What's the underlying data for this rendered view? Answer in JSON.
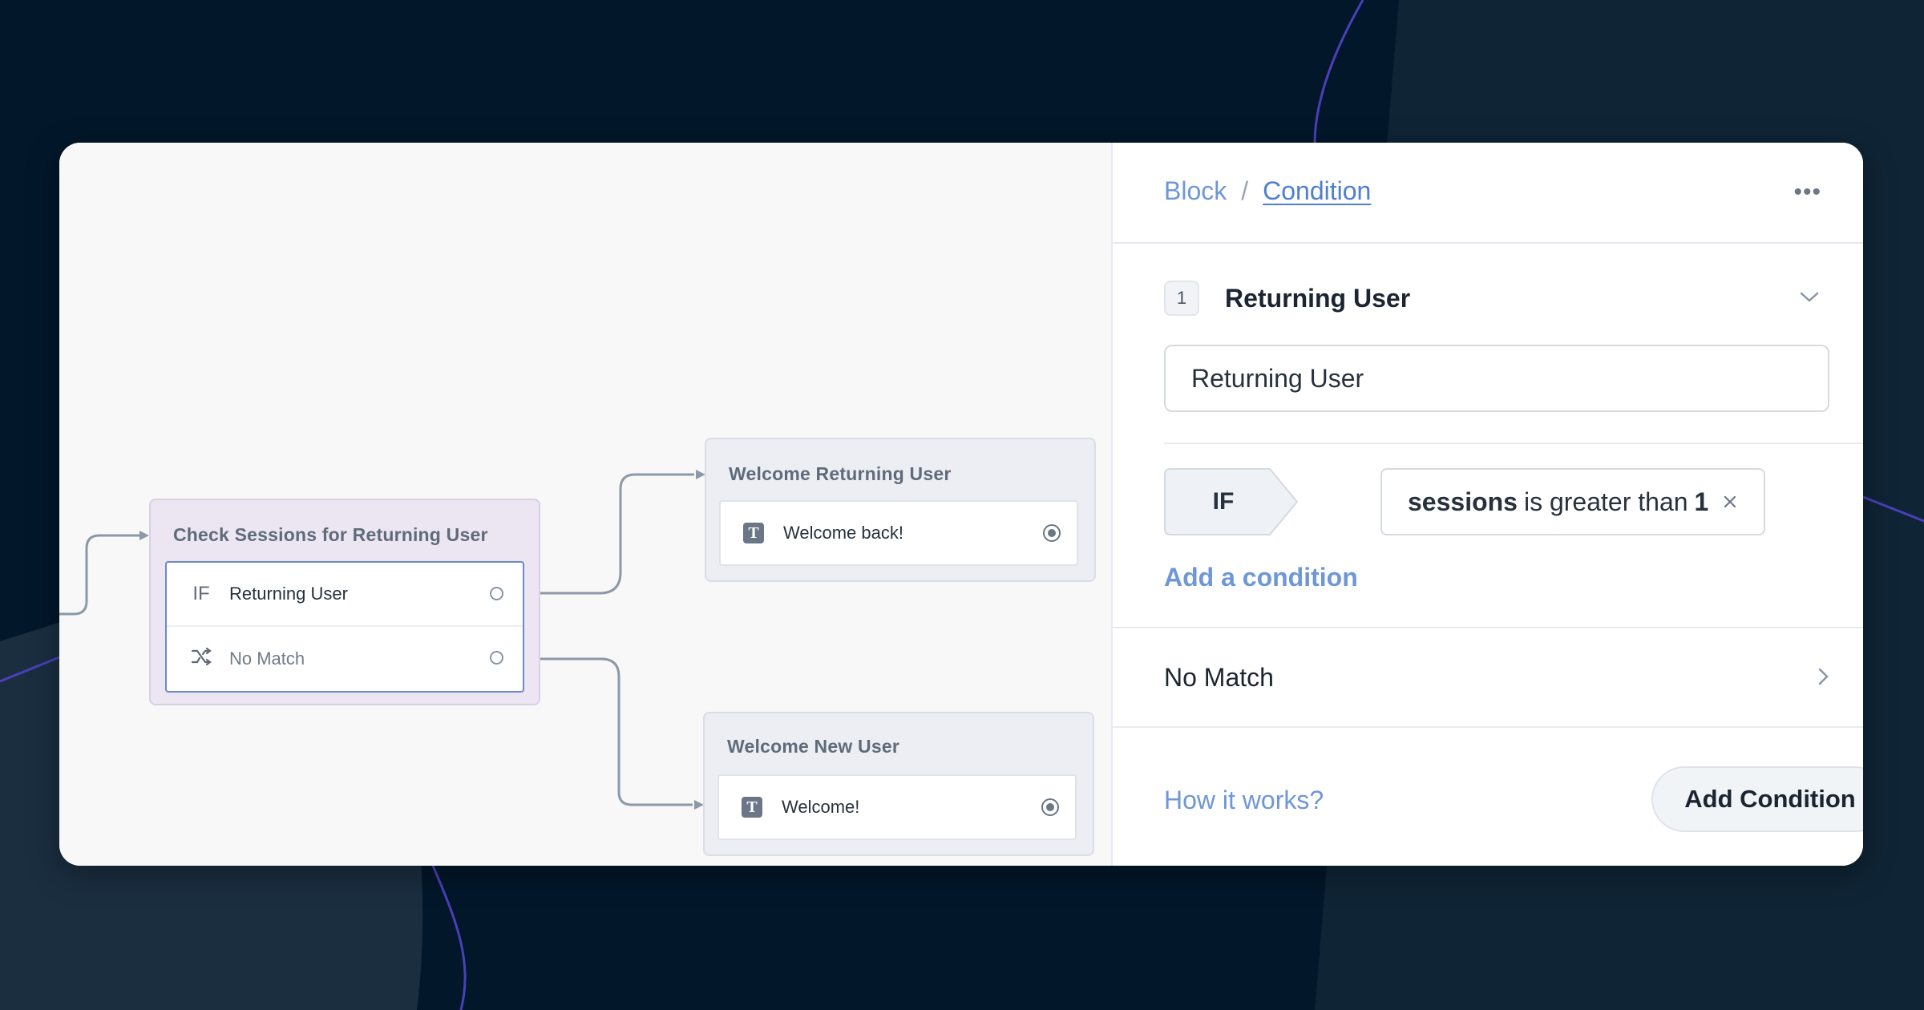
{
  "canvas": {
    "condition_block": {
      "title": "Check Sessions for Returning User",
      "rows": [
        {
          "icon_text": "IF",
          "label": "Returning User"
        },
        {
          "icon": "shuffle-icon",
          "label": "No Match"
        }
      ]
    },
    "message_blocks": [
      {
        "title": "Welcome Returning User",
        "icon": "text-icon",
        "icon_text": "T",
        "message": "Welcome back!"
      },
      {
        "title": "Welcome New User",
        "icon": "text-icon",
        "icon_text": "T",
        "message": "Welcome!"
      }
    ]
  },
  "panel": {
    "breadcrumb": {
      "parent": "Block",
      "separator": "/",
      "current": "Condition"
    },
    "more_icon": "•••",
    "condition": {
      "index": "1",
      "title": "Returning User",
      "name_value": "Returning User",
      "if_label": "IF",
      "rule": {
        "variable": "sessions",
        "operator": "is greater than",
        "value": "1"
      },
      "add_condition_link": "Add a condition"
    },
    "no_match_label": "No Match",
    "footer": {
      "help_link": "How it works?",
      "add_button": "Add Condition"
    }
  },
  "colors": {
    "background": "#02172a",
    "accent_link": "#6e97d8",
    "condition_block": "#ece6f2",
    "selected_border": "#6d89c9"
  }
}
